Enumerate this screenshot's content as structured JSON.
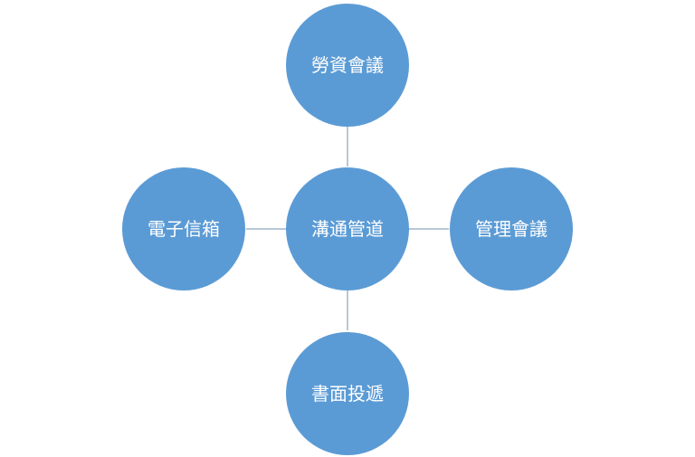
{
  "diagram": {
    "center": {
      "label": "溝通管道"
    },
    "top": {
      "label": "勞資會議"
    },
    "right": {
      "label": "管理會議"
    },
    "bottom": {
      "label": "書面投遞"
    },
    "left": {
      "label": "電子信箱"
    }
  },
  "colors": {
    "node_fill": "#5b9bd5",
    "label_text": "#ffffff",
    "connector": "#9fb6cc"
  }
}
